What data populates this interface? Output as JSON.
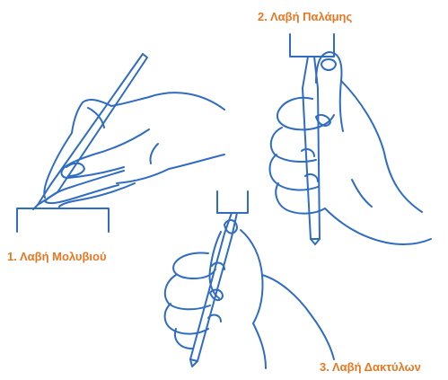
{
  "colors": {
    "ink": "#2f6cc4",
    "caption": "#e87722",
    "background": "#ffffff"
  },
  "grips": [
    {
      "label": "1. Λαβή Μολυβιού"
    },
    {
      "label": "2. Λαβή Παλάμης"
    },
    {
      "label": "3. Λαβή Δακτύλων"
    }
  ]
}
